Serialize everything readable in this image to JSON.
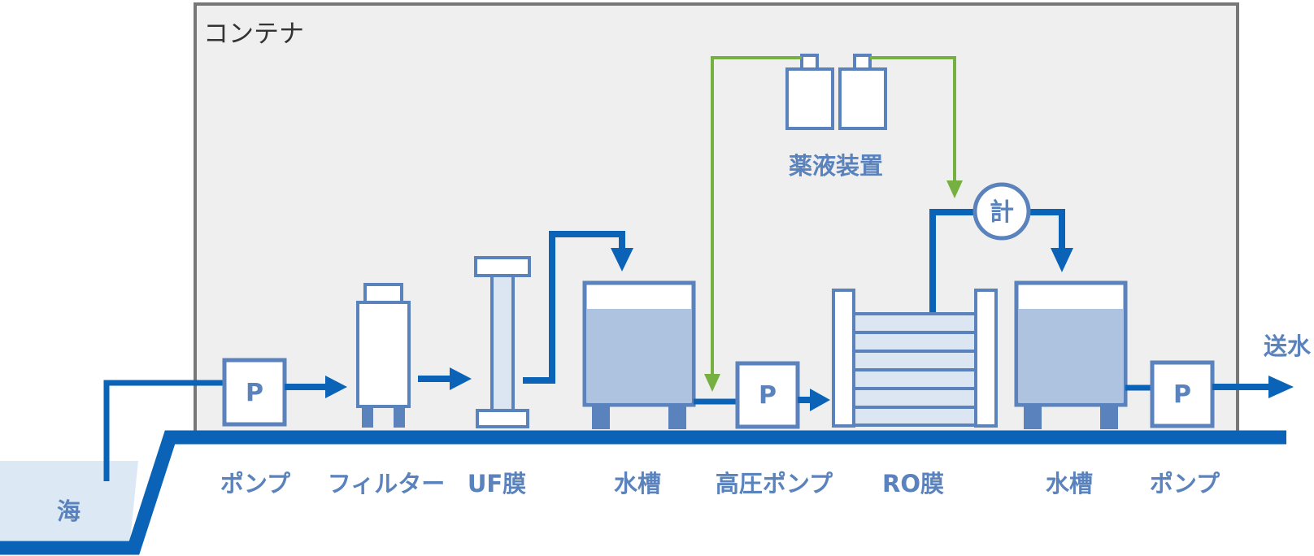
{
  "container": {
    "title": "コンテナ"
  },
  "labels": {
    "sea": "海",
    "pump1": "ポンプ",
    "filter": "フィルター",
    "uf_membrane": "UF膜",
    "tank1": "水槽",
    "hp_pump": "高圧ポンプ",
    "ro_membrane": "RO膜",
    "tank2": "水槽",
    "pump2": "ポンプ",
    "output": "送水",
    "chemical_unit": "薬液装置"
  },
  "symbols": {
    "pump": "P",
    "meter": "計"
  },
  "colors": {
    "pipe": "#0a63b7",
    "outline": "#5a82bd",
    "chemical_line": "#75b041",
    "container_fill": "#efefef",
    "container_border": "#777777",
    "water": "#adc3df",
    "component_fill": "#dce6f3",
    "sea_fill": "#dde8f5"
  }
}
